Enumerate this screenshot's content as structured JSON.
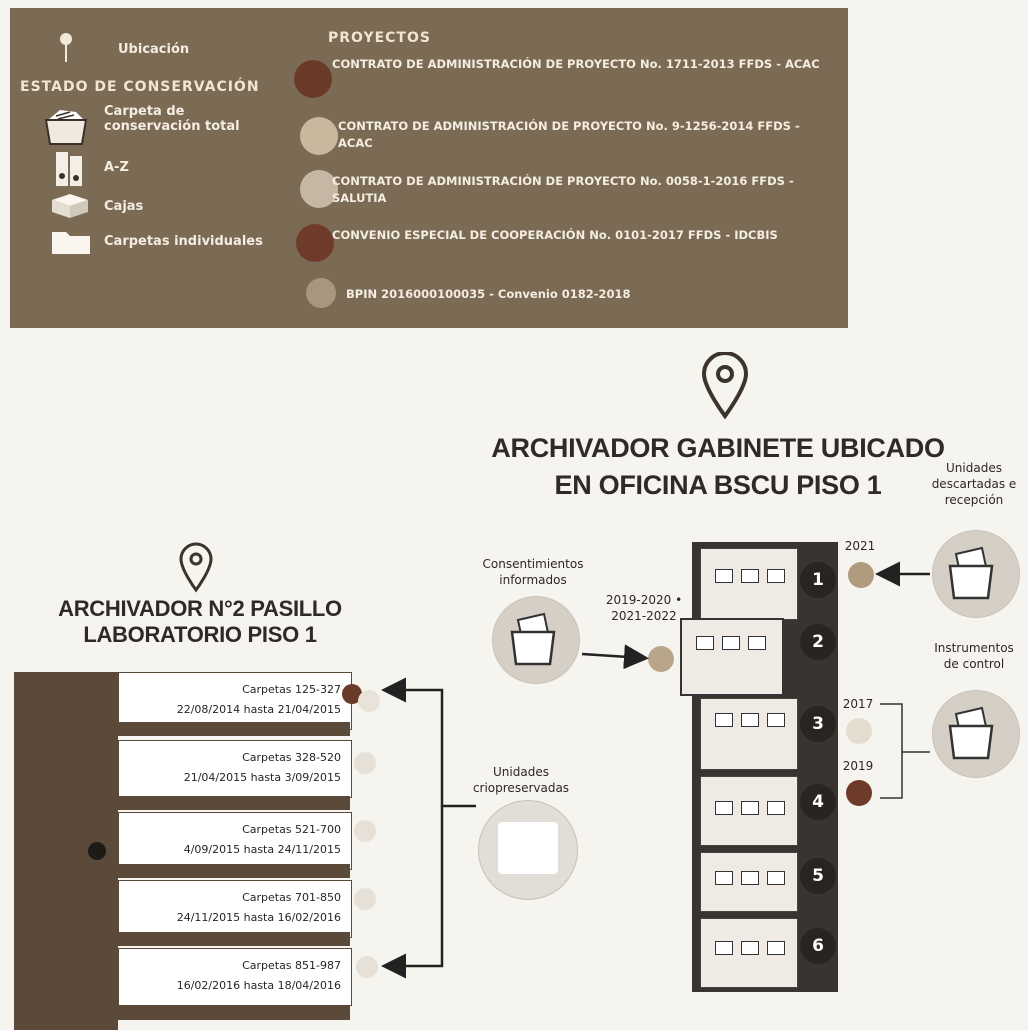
{
  "legend": {
    "ubicacion": "Ubicación",
    "estado_title": "ESTADO DE CONSERVACIÓN",
    "estado_items": [
      {
        "label": "Carpeta de\nconservación total",
        "icon": "folder-open-icon"
      },
      {
        "label": "A-Z",
        "icon": "binder-icon"
      },
      {
        "label": "Cajas",
        "icon": "box-icon"
      },
      {
        "label": "Carpetas individuales",
        "icon": "folder-icon"
      }
    ],
    "proyectos_title": "PROYECTOS",
    "proyectos": [
      {
        "label": "CONTRATO DE ADMINISTRACIÓN DE PROYECTO No. 1711-2013 FFDS - ACAC",
        "color": "#6a3a28"
      },
      {
        "label": "CONTRATO DE ADMINISTRACIÓN DE PROYECTO No. 9-1256-2014 FFDS - ACAC",
        "color": "#c9b79e"
      },
      {
        "label": "CONTRATO DE ADMINISTRACIÓN DE PROYECTO No. 0058-1-2016 FFDS - SALUTIA",
        "color": "#c4b8a4"
      },
      {
        "label": "CONVENIO ESPECIAL DE COOPERACIÓN No. 0101-2017 FFDS - IDCBIS",
        "color": "#6e3b2a"
      },
      {
        "label": "BPIN 2016000100035 - Convenio 0182-2018",
        "color": "#a99680"
      }
    ]
  },
  "cabinet": {
    "title_line1": "ARCHIVADOR GABINETE UBICADO",
    "title_line2": "EN OFICINA BSCU PISO 1",
    "consent_label": "Consentimientos\ninformados",
    "consent_years": "2019-2020 •\n2021-2022",
    "discarded_label": "Unidades\ndescartadas e\nrecepción",
    "year_2021": "2021",
    "instrumentos_label": "Instrumentos\nde control",
    "year_2017": "2017",
    "year_2019": "2019",
    "drawers": [
      "1",
      "2",
      "3",
      "4",
      "5",
      "6"
    ]
  },
  "archive2": {
    "title_line1": "ARCHIVADOR N°2 PASILLO",
    "title_line2": "LABORATORIO PISO 1",
    "crio_label": "Unidades\ncriopreservadas",
    "shelves": [
      {
        "line1": "Carpetas 125-327",
        "line2": "22/08/2014 hasta 21/04/2015"
      },
      {
        "line1": "Carpetas 328-520",
        "line2": "21/04/2015 hasta 3/09/2015"
      },
      {
        "line1": "Carpetas 521-700",
        "line2": "4/09/2015 hasta 24/11/2015"
      },
      {
        "line1": "Carpetas 701-850",
        "line2": "24/11/2015 hasta 16/02/2016"
      },
      {
        "line1": "Carpetas 851-987",
        "line2": "16/02/2016 hasta 18/04/2016"
      }
    ]
  }
}
